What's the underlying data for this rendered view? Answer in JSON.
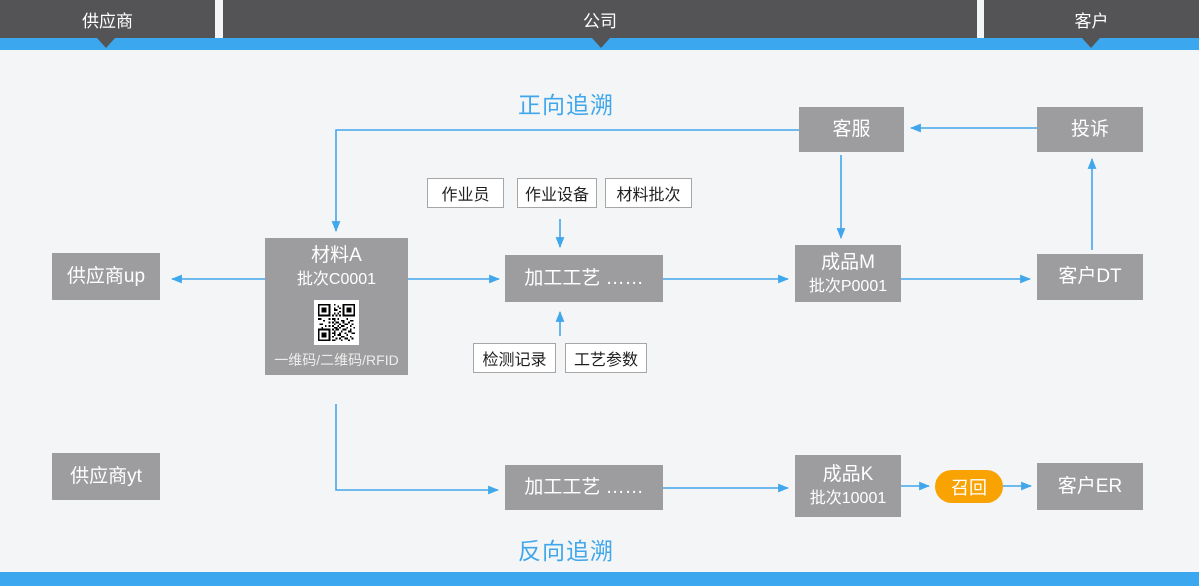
{
  "colors": {
    "accent_blue": "#3BA7EE",
    "arrow_blue": "#41A7EC",
    "header_dark": "#545456",
    "node_gray": "#9D9D9F",
    "recall_orange": "#F9A303",
    "background": "#F4F5F6"
  },
  "header": {
    "supplier": "供应商",
    "company": "公司",
    "customer": "客户"
  },
  "titles": {
    "forward": "正向追溯",
    "backward": "反向追溯"
  },
  "nodes": {
    "customer_service": "客服",
    "complaint": "投诉",
    "material_a": {
      "title": "材料A",
      "batch": "批次C0001",
      "caption": "一维码/二维码/RFID"
    },
    "supplier_up": "供应商up",
    "process_top": "加工工艺 ……",
    "product_m": {
      "title": "成品M",
      "batch": "批次P0001"
    },
    "customer_dt": "客户DT",
    "supplier_yt": "供应商yt",
    "process_bottom": "加工工艺 ……",
    "product_k": {
      "title": "成品K",
      "batch": "批次10001"
    },
    "recall": "召回",
    "customer_er": "客户ER"
  },
  "tags": {
    "operator": "作业员",
    "equipment": "作业设备",
    "material_batch": "材料批次",
    "inspection_record": "检测记录",
    "process_params": "工艺参数"
  }
}
